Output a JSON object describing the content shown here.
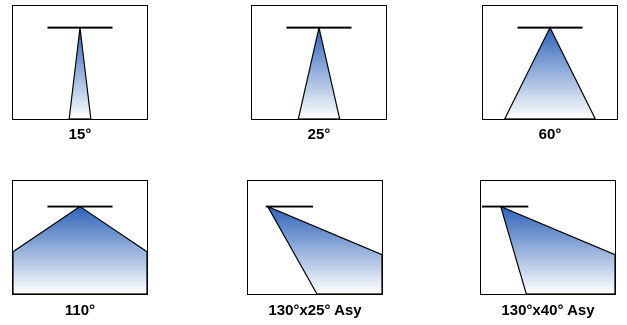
{
  "colors": {
    "beam_top": "#2f63b8",
    "beam_bottom": "#ffffff",
    "outline": "#000000"
  },
  "beams": [
    {
      "label": "15°",
      "type": "symmetric",
      "angle_deg": 15
    },
    {
      "label": "25°",
      "type": "symmetric",
      "angle_deg": 25
    },
    {
      "label": "60°",
      "type": "symmetric",
      "angle_deg": 60
    },
    {
      "label": "110°",
      "type": "symmetric",
      "angle_deg": 110
    },
    {
      "label": "130°x25° Asy",
      "type": "asymmetric",
      "angle_deg": 130,
      "secondary_angle_deg": 25
    },
    {
      "label": "130°x40° Asy",
      "type": "asymmetric",
      "angle_deg": 130,
      "secondary_angle_deg": 40
    }
  ]
}
